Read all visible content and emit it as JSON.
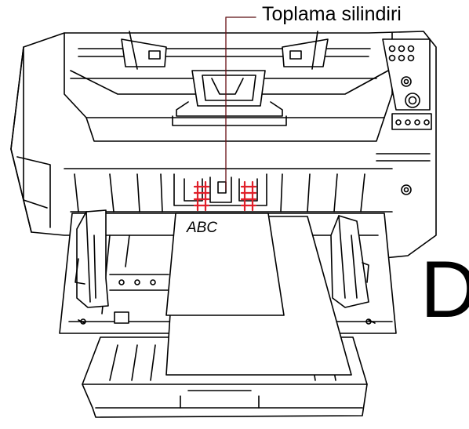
{
  "callout": {
    "label": "Toplama silindiri"
  },
  "document": {
    "text": "ABC"
  },
  "step": {
    "letter": "D"
  },
  "colors": {
    "line": "#000000",
    "accent": "#e0202a",
    "paper": "#ffffff"
  }
}
